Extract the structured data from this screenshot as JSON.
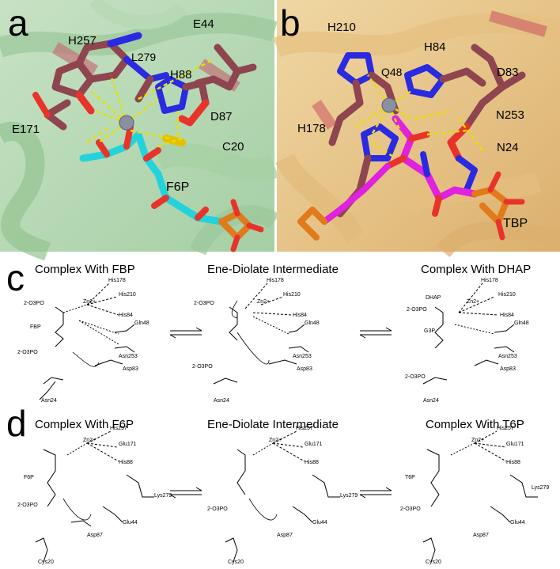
{
  "panel_a": {
    "letter": "a",
    "residues": [
      "E44",
      "H257",
      "L279",
      "H88",
      "D87",
      "E171",
      "C20"
    ],
    "ligand": "F6P"
  },
  "panel_b": {
    "letter": "b",
    "residues": [
      "H210",
      "H84",
      "Q48",
      "D83",
      "N253",
      "H178",
      "N24"
    ],
    "ligand": "TBP"
  },
  "panel_c": {
    "letter": "c",
    "titles": [
      "Complex With FBP",
      "Ene-Diolate Intermediate",
      "Complex With DHAP"
    ],
    "labels": {
      "his178": "His178",
      "his210": "His210",
      "his84": "His84",
      "gln48": "Gln48",
      "asn253": "Asn253",
      "asp83": "Asp83",
      "asn24": "Asn24",
      "fbp": "FBP",
      "dhap": "DHAP",
      "g3p": "G3P",
      "zn": "Zn2+",
      "phosphate": "2-O3PO"
    }
  },
  "panel_d": {
    "letter": "d",
    "titles": [
      "Complex With F6P",
      "Ene-Diolate Intermediate",
      "Complex With T6P"
    ],
    "labels": {
      "his257": "His257",
      "glu171": "Glu171",
      "his88": "His88",
      "lys279": "Lys279",
      "glu44": "Glu44",
      "asp87": "Asp87",
      "cys20": "Cys20",
      "f6p": "F6P",
      "t6p": "T6P",
      "zn": "Zn2+",
      "phosphate": "2-O3PO"
    }
  },
  "colors": {
    "panel_a_bg": "#b9d8b8",
    "panel_b_bg": "#e9c98f",
    "residue": "#8e4550",
    "ligand_a": "#23d3dc",
    "ligand_b": "#e021e0",
    "phosphorus": "#e07a1a",
    "oxygen": "#e8332a",
    "nitrogen": "#2a2ae0",
    "hbond": "#e6e000"
  }
}
